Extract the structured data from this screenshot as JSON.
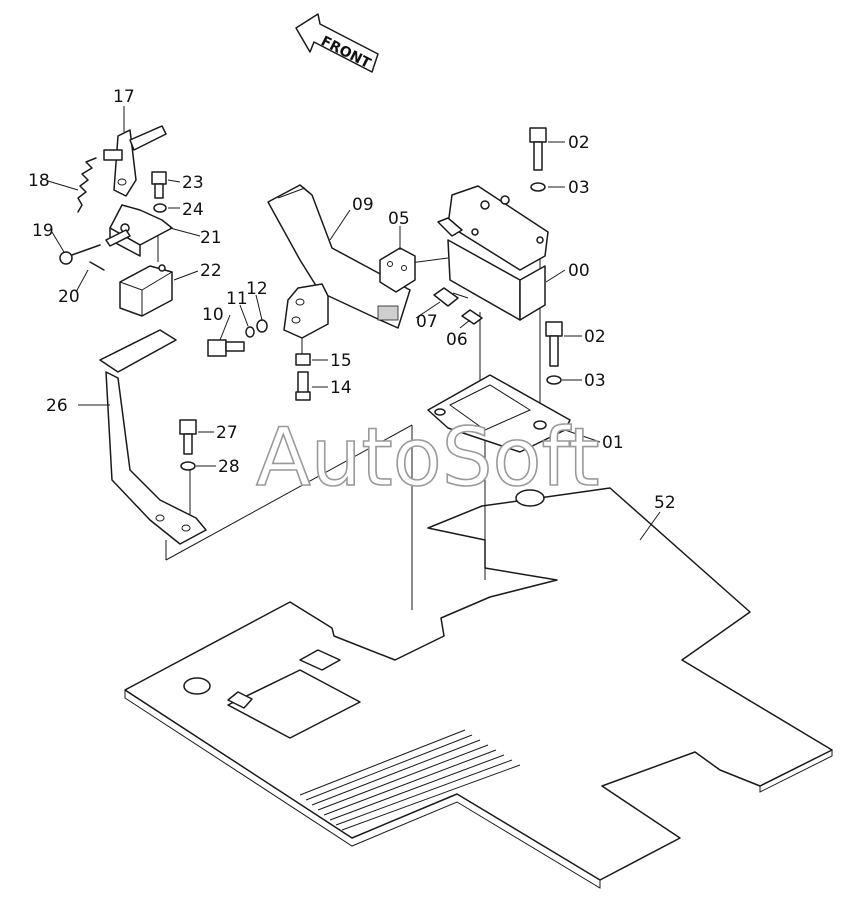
{
  "direction_arrow": {
    "label": "FRONT"
  },
  "watermark": {
    "text": "AutoSoft"
  },
  "callouts": [
    {
      "id": "17",
      "text": "17"
    },
    {
      "id": "18",
      "text": "18"
    },
    {
      "id": "19",
      "text": "19"
    },
    {
      "id": "20",
      "text": "20"
    },
    {
      "id": "21",
      "text": "21"
    },
    {
      "id": "22",
      "text": "22"
    },
    {
      "id": "23",
      "text": "23"
    },
    {
      "id": "24",
      "text": "24"
    },
    {
      "id": "09",
      "text": "09"
    },
    {
      "id": "05",
      "text": "05"
    },
    {
      "id": "02a",
      "text": "02"
    },
    {
      "id": "03a",
      "text": "03"
    },
    {
      "id": "00",
      "text": "00"
    },
    {
      "id": "10",
      "text": "10"
    },
    {
      "id": "11",
      "text": "11"
    },
    {
      "id": "12",
      "text": "12"
    },
    {
      "id": "07",
      "text": "07"
    },
    {
      "id": "06",
      "text": "06"
    },
    {
      "id": "15",
      "text": "15"
    },
    {
      "id": "14",
      "text": "14"
    },
    {
      "id": "02b",
      "text": "02"
    },
    {
      "id": "03b",
      "text": "03"
    },
    {
      "id": "26",
      "text": "26"
    },
    {
      "id": "27",
      "text": "27"
    },
    {
      "id": "01",
      "text": "01"
    },
    {
      "id": "28",
      "text": "28"
    },
    {
      "id": "52",
      "text": "52"
    }
  ]
}
